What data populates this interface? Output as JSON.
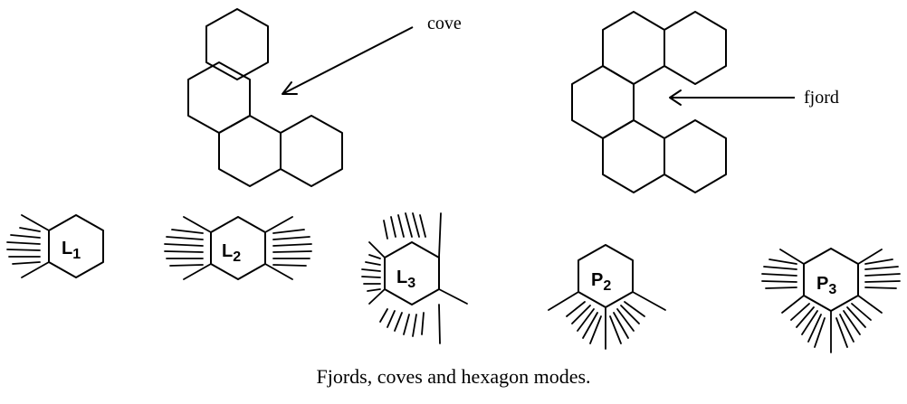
{
  "labels": {
    "cove": "cove",
    "fjord": "fjord"
  },
  "modes": [
    {
      "main": "L",
      "sub": "1"
    },
    {
      "main": "L",
      "sub": "2"
    },
    {
      "main": "L",
      "sub": "3"
    },
    {
      "main": "P",
      "sub": "2"
    },
    {
      "main": "P",
      "sub": "3"
    }
  ],
  "caption": "Fjords, coves and hexagon modes."
}
